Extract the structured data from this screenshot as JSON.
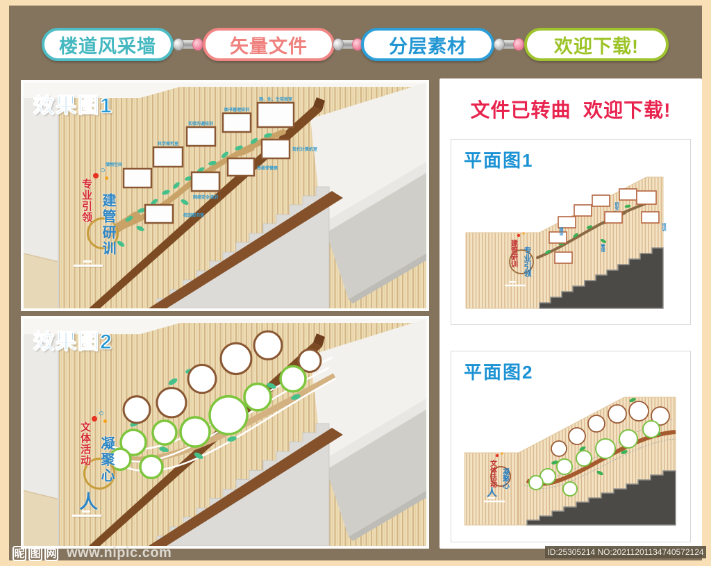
{
  "banner": {
    "pills": [
      {
        "label": "楼道风采墙",
        "color": "#4fbdc5"
      },
      {
        "label": "矢量文件",
        "color": "#f08784"
      },
      {
        "label": "分层素材",
        "color": "#2d9fd8"
      },
      {
        "label": "欢迎下载!",
        "color": "#9fc32e"
      }
    ]
  },
  "notice": "文件已转曲  欢迎下载!",
  "panels": {
    "effect1": {
      "title": "效果图1",
      "slogan_red": "专业引领",
      "slogan_blue": "建管研训",
      "labels": [
        "科学探究室",
        "实验沟通培训",
        "图书管理培训",
        "理、化、生实验室",
        "储物空间",
        "网络安全培训",
        "校园图书室",
        "班级荣誉廊",
        "现代计算机室"
      ]
    },
    "effect2": {
      "title": "效果图2",
      "slogan_red": "文体活动",
      "slogan_blue": "凝聚心",
      "slogan_big": "人"
    },
    "plan1": {
      "title": "平面图1",
      "slogan_red": "建管研训",
      "slogan_blue": "专业引领",
      "labels": [
        "建设",
        "研究",
        "管理",
        "培训"
      ]
    },
    "plan2": {
      "title": "平面图2",
      "slogan_red": "文体活动",
      "slogan_blue": "凝聚心",
      "slogan_big": "人"
    }
  },
  "footer": {
    "site_name_chars": [
      "昵",
      "图",
      "网"
    ],
    "site_url": "www.nipic.com",
    "file_id": "ID:25305214 NO:20211201134740572124"
  },
  "colors": {
    "border_peach": "#f9dfb5",
    "bg_brown": "#84745e",
    "pill_teal": "#4fbdc5",
    "pill_pink": "#f08784",
    "pill_blue": "#2d9fd8",
    "pill_green": "#9fc32e",
    "notice_red": "#e8234e",
    "title_blue": "#2196d3",
    "wood": "#eedcb4",
    "wood_stripe": "#d2b586",
    "frame_brown": "#8a5733",
    "branch_tan": "#c8a266",
    "leaf_green": "#45c08b",
    "handrail_brown": "#7c4a23",
    "concrete": "#d9d8d4",
    "stair_dark": "#4c4a46",
    "slogan_red": "#d5282e",
    "slogan_blue": "#2e86c5",
    "ring_gold": "#c79d3c"
  }
}
